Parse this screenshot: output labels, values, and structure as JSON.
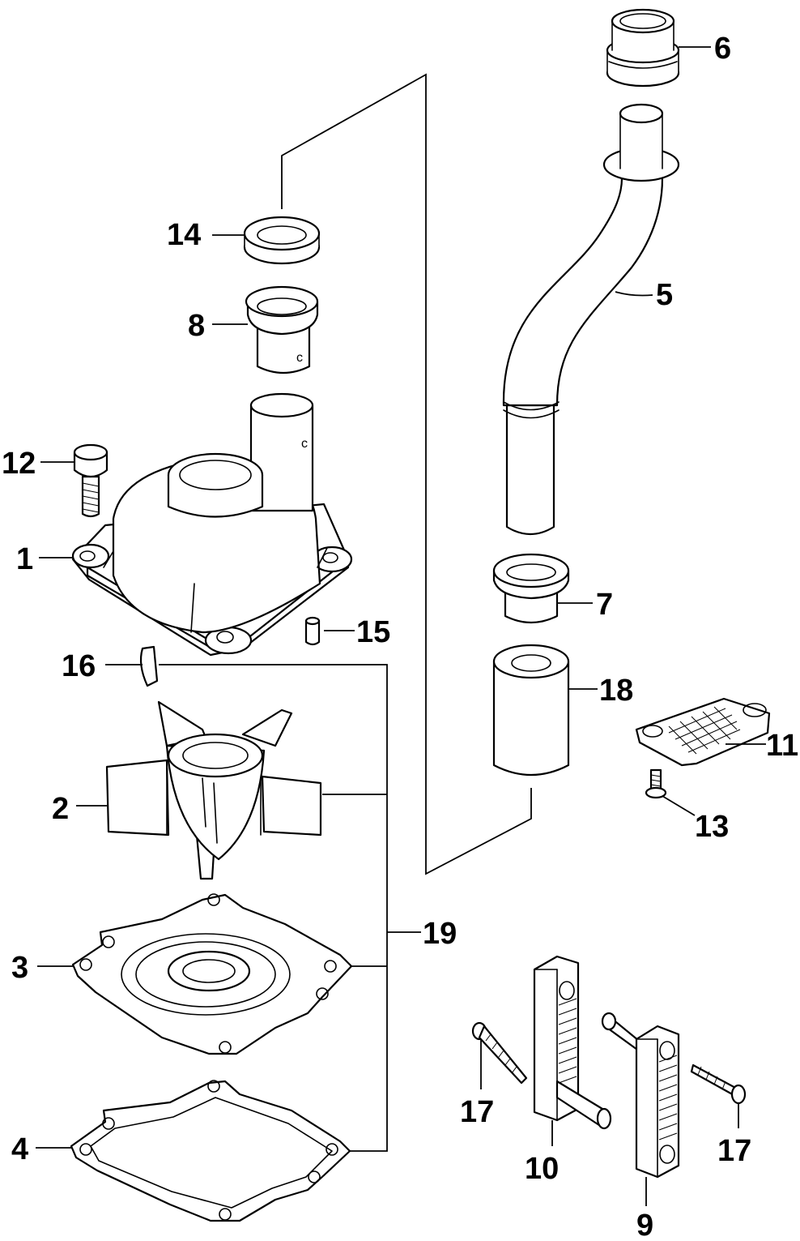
{
  "callouts": {
    "c1": "1",
    "c2": "2",
    "c3": "3",
    "c4": "4",
    "c5": "5",
    "c6": "6",
    "c7": "7",
    "c8": "8",
    "c9": "9",
    "c10": "10",
    "c11": "11",
    "c12": "12",
    "c13": "13",
    "c14": "14",
    "c15": "15",
    "c16": "16",
    "c17a": "17",
    "c17b": "17",
    "c18": "18",
    "c19": "19"
  },
  "marks": {
    "c_letter": "c"
  }
}
